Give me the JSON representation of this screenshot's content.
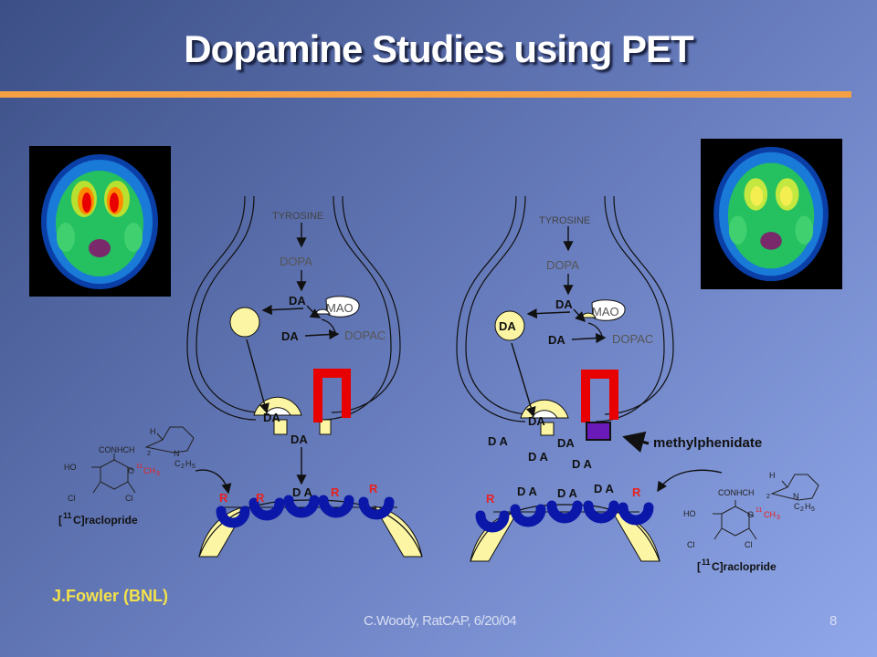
{
  "slide": {
    "title": "Dopamine Studies using PET",
    "author": "J.Fowler (BNL)",
    "footer": "C.Woody, RatCAP, 6/20/04",
    "page_number": "8"
  },
  "panels": {
    "left": {
      "tyrosine": "TYROSINE",
      "dopa": "DOPA",
      "da": "DA",
      "mao": "MAO",
      "dopac": "DOPAC",
      "da_cleft": "D A",
      "receptor": "R"
    },
    "right": {
      "tyrosine": "TYROSINE",
      "dopa": "DOPA",
      "da": "DA",
      "da_cleft": "D A",
      "mao": "MAO",
      "dopac": "DOPAC",
      "receptor": "R",
      "drug": "methylphenidate"
    }
  },
  "raclopride": {
    "conhch2": "CONHCH",
    "two": "2",
    "h": "H",
    "n": "N",
    "c2h5_c": "C",
    "c2h5_h": "H",
    "five": "5",
    "ho": "HO",
    "o": "O",
    "ch3_iso": "11",
    "ch3": "CH",
    "three": "3",
    "cl": "Cl",
    "label_open": "[",
    "label_iso": "11",
    "label_rest": "C]raclopride"
  },
  "colors": {
    "background_dark": "#3c4f86",
    "background_light": "#90a8ea",
    "accent_rule": "#f5a045",
    "author": "#f3e24a",
    "receptor_blue": "#0a17a8",
    "transporter_red": "#e80000",
    "vesicle_yellow": "#fbf5a4",
    "methylphenidate_purple": "#6a1ab8"
  }
}
